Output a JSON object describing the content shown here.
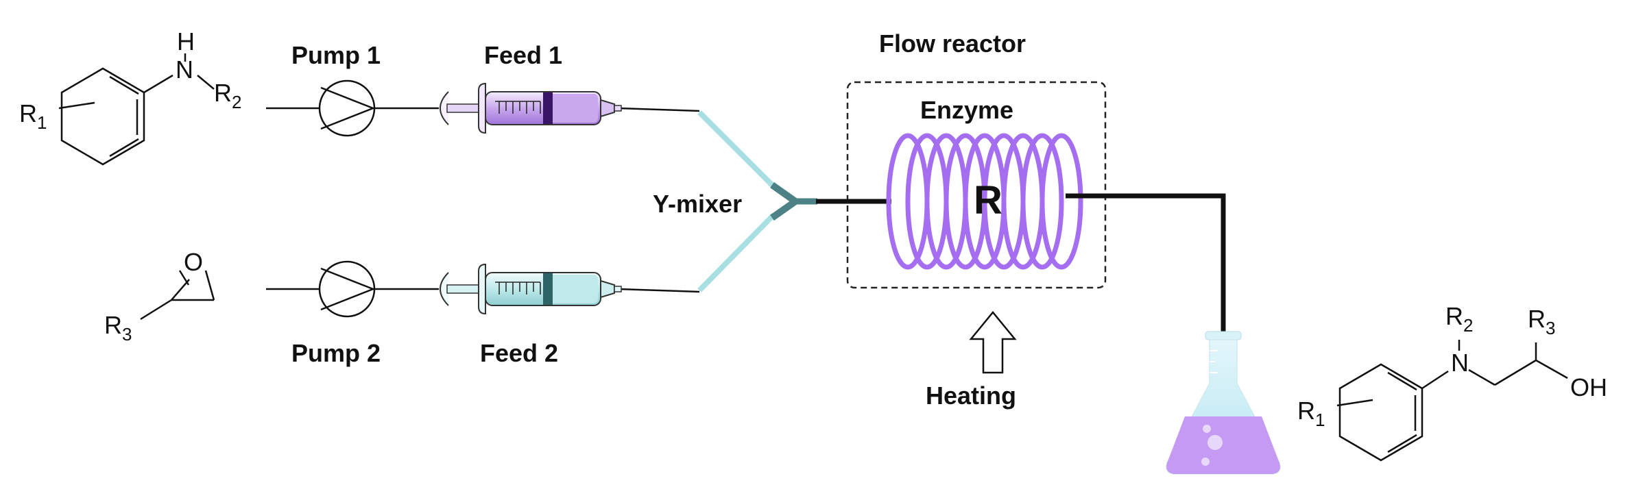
{
  "labels": {
    "pump1": "Pump 1",
    "pump2": "Pump 2",
    "feed1": "Feed 1",
    "feed2": "Feed 2",
    "flow_reactor": "Flow reactor",
    "enzyme": "Enzyme",
    "reactor_letter": "R",
    "ymixer": "Y-mixer",
    "heating": "Heating"
  },
  "reactants": {
    "amine": {
      "h": "H",
      "n": "N",
      "r1": "R",
      "r1_sub": "1",
      "r2": "R",
      "r2_sub": "2"
    },
    "epoxide": {
      "o": "O",
      "r3": "R",
      "r3_sub": "3"
    }
  },
  "product": {
    "n": "N",
    "oh": "OH",
    "r1": "R",
    "r1_sub": "1",
    "r2": "R",
    "r2_sub": "2",
    "r3": "R",
    "r3_sub": "3"
  },
  "colors": {
    "feed1_liquid": "#c9a8ee",
    "feed1_plunger": "#3a1466",
    "feed2_liquid": "#bfe9ea",
    "feed2_plunger": "#2f6466",
    "tubing_light": "#a8dfe3",
    "mixer": "#4c8286",
    "coil": "#a56ef0",
    "flask_top": "#c6ecf5",
    "flask_liquid": "#c59af2"
  }
}
